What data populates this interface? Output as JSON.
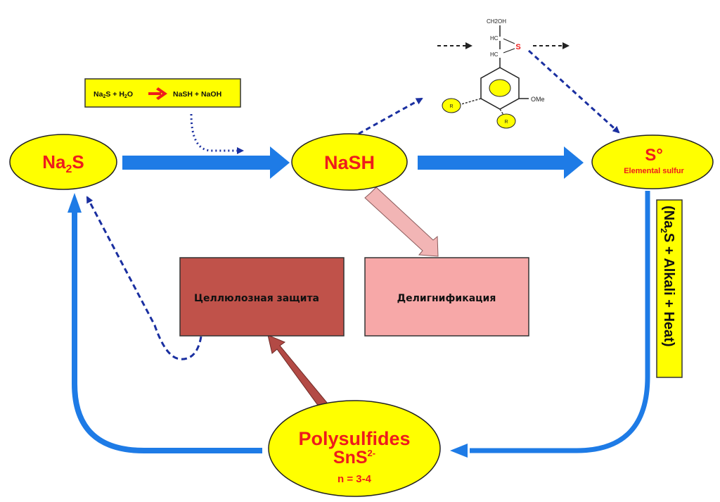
{
  "colors": {
    "node_fill": "#ffff00",
    "node_text": "#ee1c1c",
    "main_arrow": "#1e7be6",
    "dashed_arrow": "#1a2fa0",
    "cellulose_box": "#c0524a",
    "delignification_box": "#f7a8a8",
    "pink_arrow": "#f2b5b5",
    "dark_red_arrow": "#b34a45"
  },
  "nodes": {
    "na2s": {
      "main": "Na",
      "sub": "2",
      "tail": "S"
    },
    "nash": {
      "label": "NaSH"
    },
    "sulfur": {
      "main": "S°",
      "caption": "Elemental sulfur"
    },
    "polysulfides": {
      "line1": "Polysulfides",
      "line2_main": "SnS",
      "line2_sup": "2-",
      "line3": "n = 3-4"
    }
  },
  "reaction_box": {
    "lhs_a": "Na",
    "lhs_a_sub": "2",
    "lhs_b": "S + H",
    "lhs_b_sub": "2",
    "lhs_c": "O",
    "rhs": "NaSH + NaOH"
  },
  "side_label": {
    "open": "(Na",
    "sub": "2",
    "rest": "S + Alkali + Heat)"
  },
  "boxes": {
    "cellulose": "Целлюлозная защита",
    "delignification": "Делигнификация"
  },
  "lignin_structure": {
    "ch2oh": "CH2OH",
    "hc_top": "HC",
    "hc_bottom": "HC",
    "sulfur": "S",
    "ome": "OMe",
    "r1": "R",
    "r2": "R"
  }
}
